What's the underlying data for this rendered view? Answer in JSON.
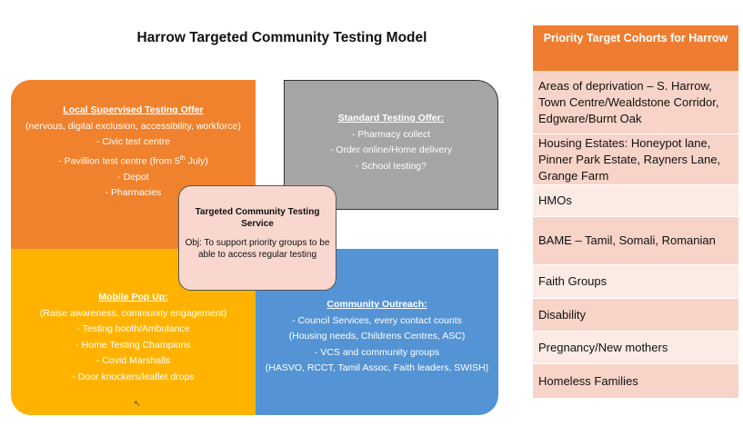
{
  "title": "Harrow  Targeted Community Testing Model",
  "local": {
    "heading": "Local Supervised Testing Offer",
    "lines": [
      "(nervous, digital exclusion, accessibility, workforce)",
      "- Civic test centre",
      "- Pavillion test centre (from 5th July)",
      "- Depot",
      "- Pharmacies"
    ]
  },
  "standard": {
    "heading": "Standard Testing Offer:",
    "lines": [
      "- Pharmacy collect",
      "- Order online/Home delivery",
      "- School testing?"
    ]
  },
  "mobile": {
    "heading": "Mobile Pop Up:",
    "lines": [
      "(Raise awareness, community engagement)",
      "- Testing booth/Ambulance",
      "- Home Testing Champions",
      "- Covid Marshalls",
      "- Door knockers/leaflet drops"
    ]
  },
  "outreach": {
    "heading": "Community Outreach:",
    "lines": [
      "- Council Services, every contact counts",
      "(Housing needs, Childrens Centres, ASC)",
      "- VCS and community groups",
      "(HASVO, RCCT, Tamil Assoc, Faith leaders, SWISH)"
    ]
  },
  "center": {
    "title": "Targeted Community Testing Service",
    "objective": "Obj: To support priority groups to be able to access regular testing"
  },
  "cohorts": {
    "heading": "Priority Target Cohorts for Harrow",
    "items": [
      "Areas of deprivation – S. Harrow, Town Centre/Wealdstone Corridor, Edgware/Burnt Oak",
      "Housing Estates: Honeypot lane, Pinner Park Estate, Rayners Lane, Grange Farm",
      "HMOs",
      "BAME – Tamil, Somali, Romanian",
      "Faith Groups",
      "Disability",
      "Pregnancy/New mothers",
      "Homeless Families"
    ]
  },
  "colors": {
    "local": "#f0822d",
    "standard": "#a5a5a5",
    "mobile": "#ffb300",
    "outreach": "#5494d5",
    "center": "#f9d7cf",
    "cohort_header": "#ef7d31",
    "cohort_dark": "#f8d3c7",
    "cohort_light": "#fcebe4"
  }
}
